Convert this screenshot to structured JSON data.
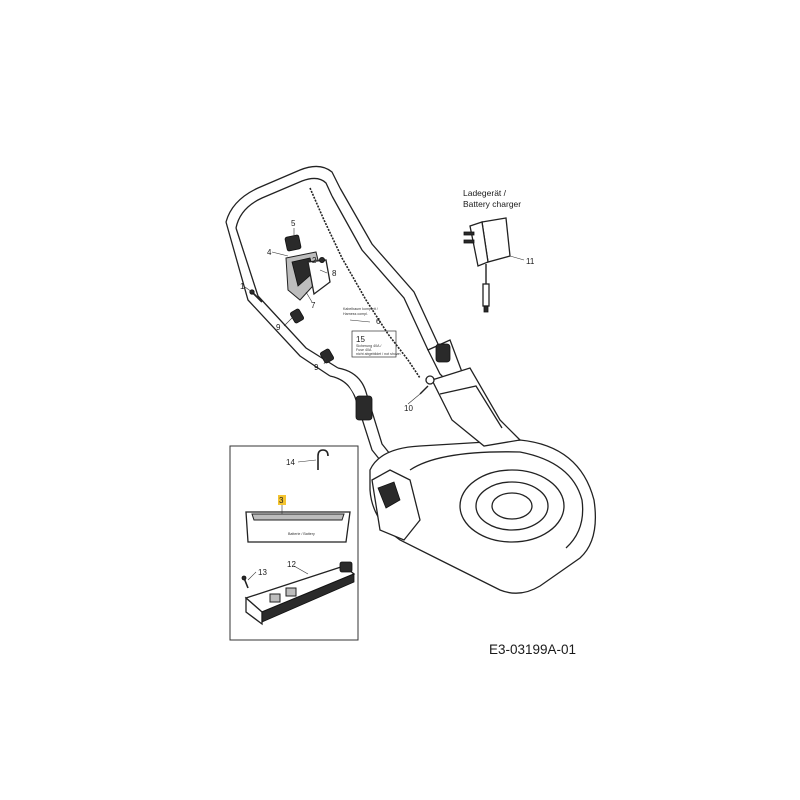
{
  "diagram": {
    "drawing_id": "E3-03199A-01",
    "charger_label_line1": "Ladegerät /",
    "charger_label_line2": "Battery charger",
    "battery_label": "Batterie / Battery",
    "cable_label_line1": "Kabelbaum komplett /",
    "cable_label_line2": "Harness compl.",
    "box15_line1": "Sicherung 40A /",
    "box15_line2": "Fuse 40A",
    "box15_line3": "nicht abgebildet / not shown",
    "highlight_color": "#f4c430",
    "callouts": {
      "c1": "1",
      "c2": "2",
      "c3": "3",
      "c4": "4",
      "c5": "5",
      "c6": "6",
      "c7": "7",
      "c8": "8",
      "c9a": "9",
      "c9b": "9",
      "c10": "10",
      "c11": "11",
      "c12": "12",
      "c13": "13",
      "c14": "14",
      "c15": "15"
    }
  }
}
